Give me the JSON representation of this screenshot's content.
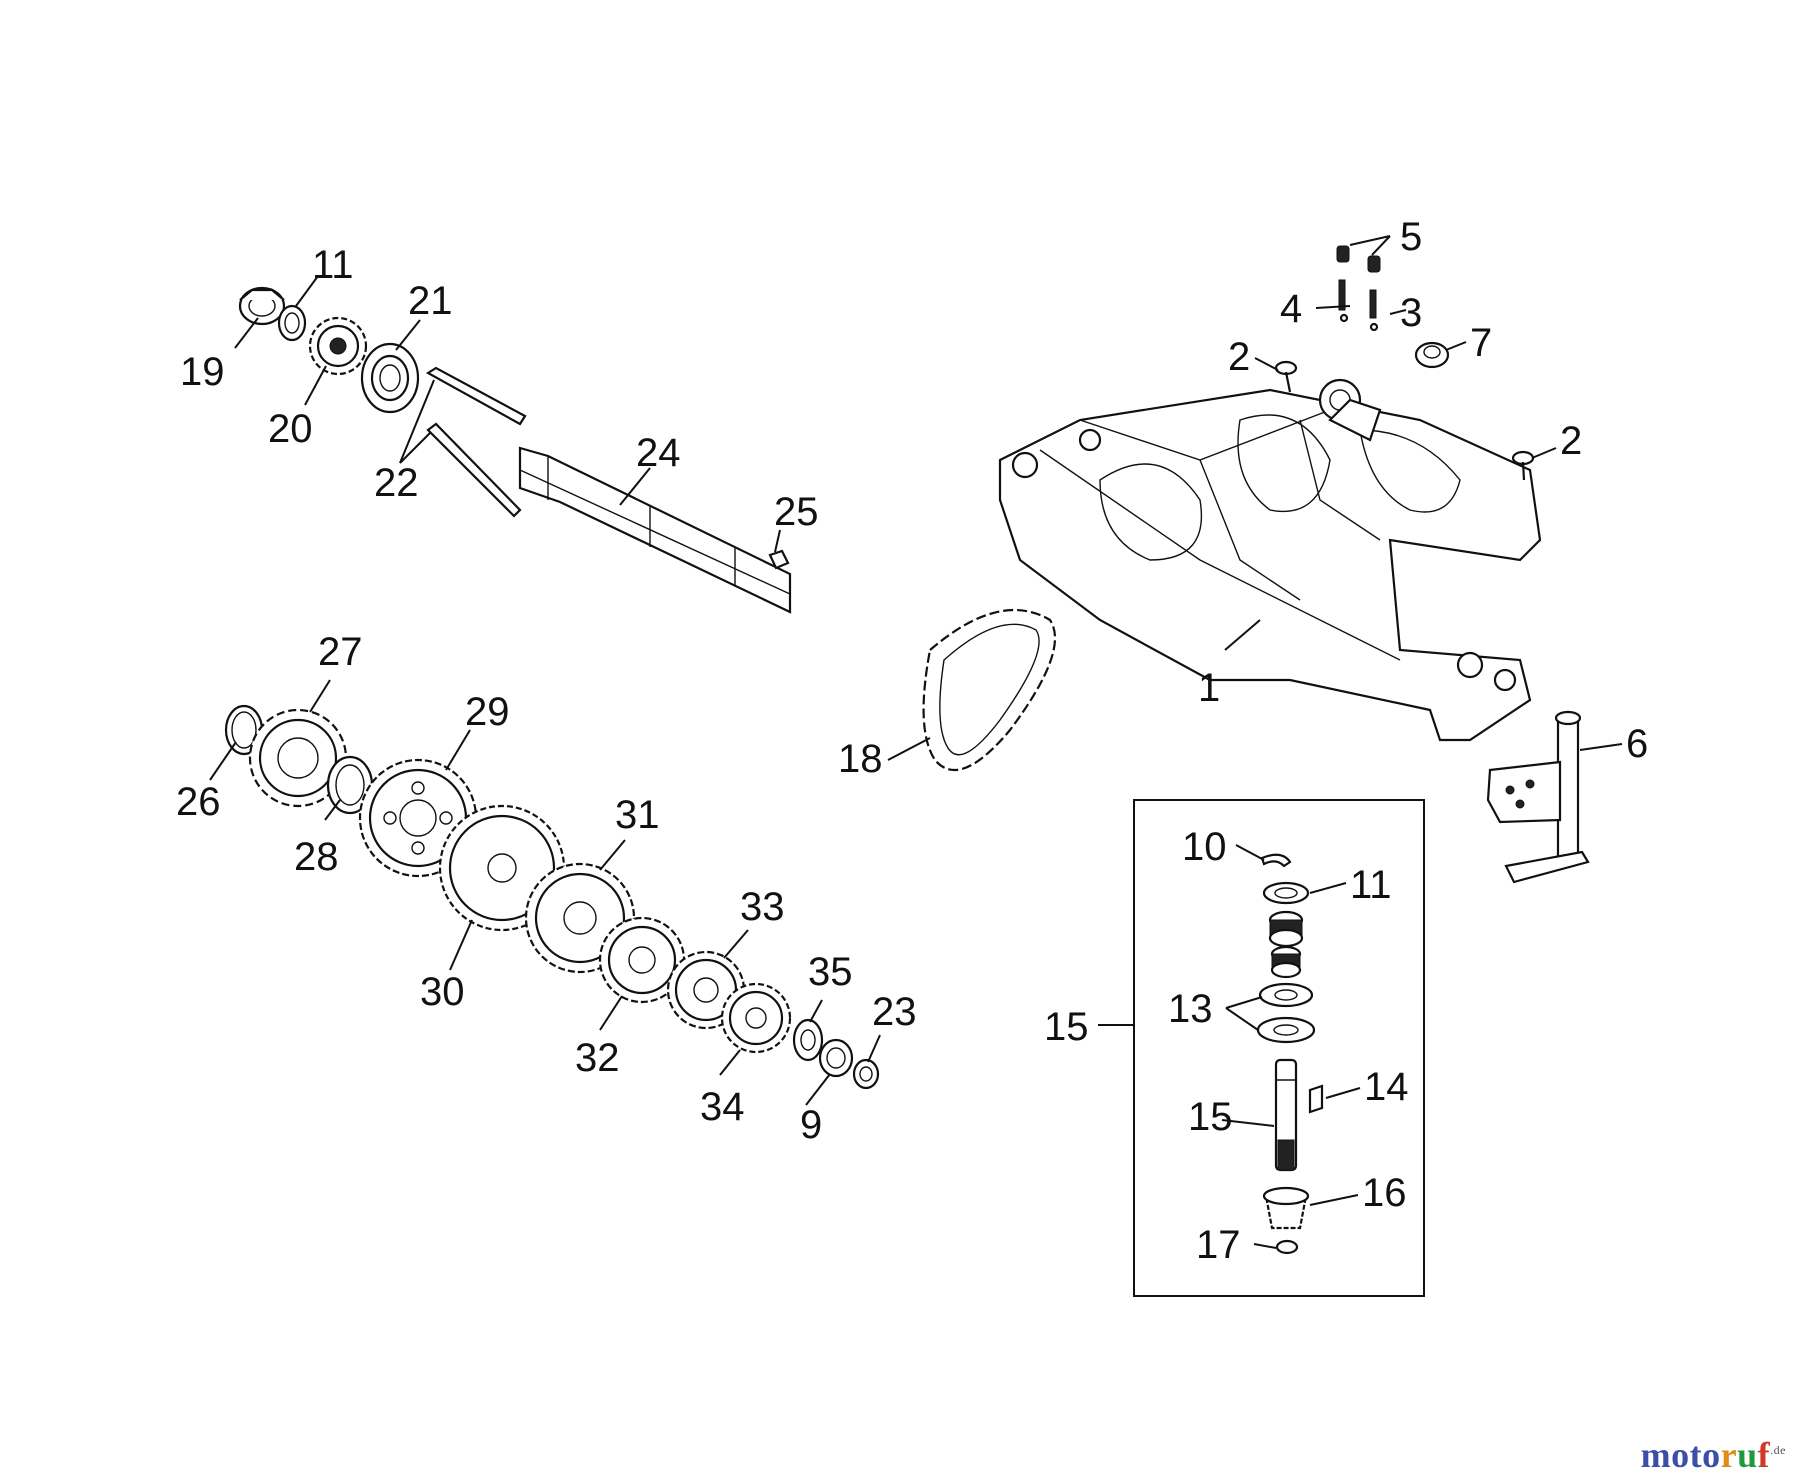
{
  "diagram": {
    "callouts": {
      "c1": "1",
      "c2a": "2",
      "c2b": "2",
      "c3": "3",
      "c4": "4",
      "c5": "5",
      "c6": "6",
      "c7": "7",
      "c9": "9",
      "c10": "10",
      "c11a": "11",
      "c11b": "11",
      "c13": "13",
      "c14": "14",
      "c15a": "15",
      "c15b": "15",
      "c16": "16",
      "c17": "17",
      "c18": "18",
      "c19": "19",
      "c20": "20",
      "c21": "21",
      "c22": "22",
      "c23": "23",
      "c24": "24",
      "c25": "25",
      "c26": "26",
      "c27": "27",
      "c28": "28",
      "c29": "29",
      "c30": "30",
      "c31": "31",
      "c32": "32",
      "c33": "33",
      "c34": "34",
      "c35": "35"
    }
  },
  "watermark": {
    "part1": "moto",
    "part2": "r",
    "part3": "u",
    "part4": "f",
    "suffix": ".de"
  },
  "colors": {
    "line": "#111111",
    "background": "#ffffff"
  }
}
